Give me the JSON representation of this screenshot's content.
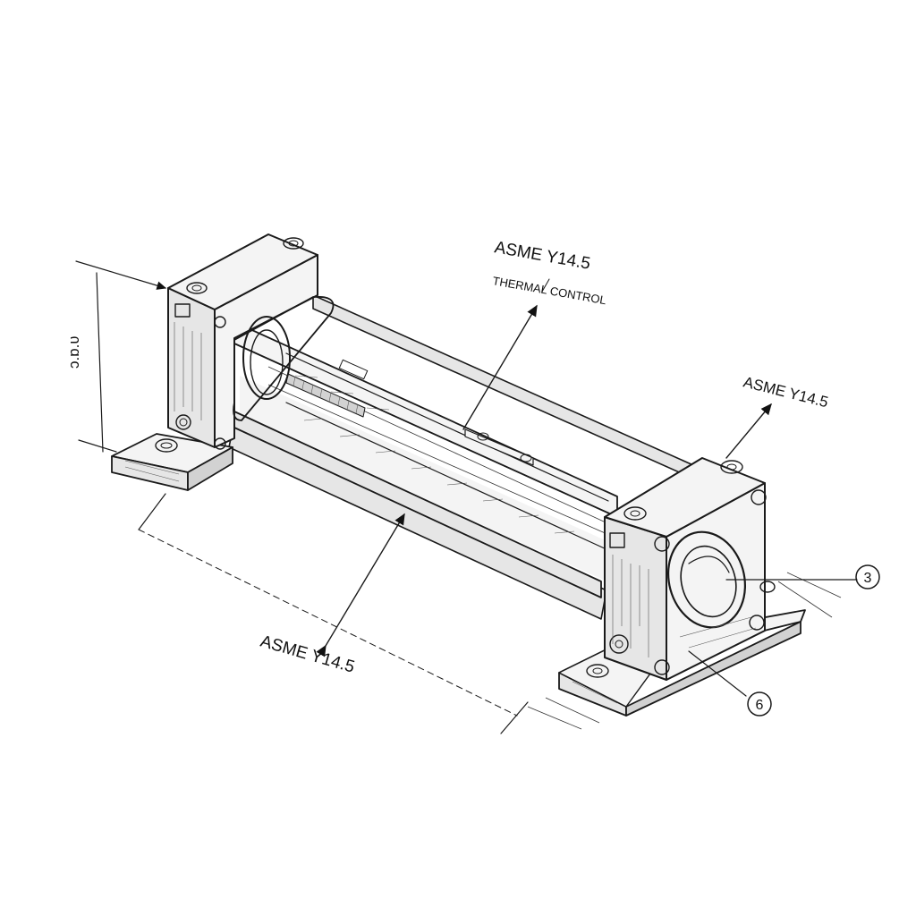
{
  "annotations": {
    "callout_top_main": "ASME Y14.5",
    "callout_top_sub": "THERMAL CONTROL",
    "callout_right": "ASME Y14.5",
    "callout_bottom": "ASME Y14.5",
    "left_dimension_text": "ɔ.ɒ.ʋ",
    "balloon_3": "3",
    "balloon_6": "6"
  }
}
